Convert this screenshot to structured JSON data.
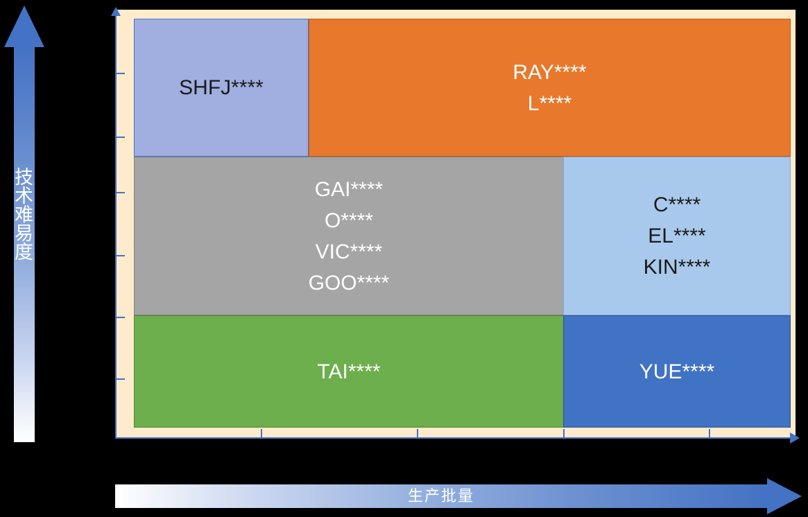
{
  "axes": {
    "y_label": "技术难易度",
    "x_label": "生产批量",
    "axis_color": "#4472C4",
    "plot_background": "#FDEBCB",
    "y_tick_count": 6,
    "x_tick_count": 4
  },
  "chart_data": {
    "type": "table",
    "title": "",
    "xlabel": "生产批量",
    "ylabel": "技术难易度",
    "grid": false,
    "legend": "none",
    "blocks": [
      {
        "id": "shfj",
        "labels": [
          "SHFJ****"
        ],
        "fill": "#A0AEE0",
        "border": "#4472C4",
        "text_color": "#1A1A1A",
        "x_range": [
          0,
          0.26
        ],
        "y_range": [
          0.68,
          1.0
        ]
      },
      {
        "id": "ray",
        "labels": [
          "RAY****",
          "L****"
        ],
        "fill": "#E8782C",
        "border": "#C55A11",
        "text_color": "#FFFFFF",
        "x_range": [
          0.26,
          1.0
        ],
        "y_range": [
          0.68,
          1.0
        ]
      },
      {
        "id": "gai",
        "labels": [
          "GAI****",
          "O****",
          "VIC****",
          "GOO****"
        ],
        "fill": "#A5A5A5",
        "border": "#7F7F7F",
        "text_color": "#FFFFFF",
        "x_range": [
          0,
          0.655
        ],
        "y_range": [
          0.275,
          0.68
        ]
      },
      {
        "id": "cel",
        "labels": [
          "C****",
          "EL****",
          "KIN****"
        ],
        "fill": "#A9C9EC",
        "border": "#7BA7D7",
        "text_color": "#1A1A1A",
        "x_range": [
          0.655,
          1.0
        ],
        "y_range": [
          0.275,
          0.68
        ]
      },
      {
        "id": "tai",
        "labels": [
          "TAI****"
        ],
        "fill": "#6CAF4C",
        "border": "#548235",
        "text_color": "#FFFFFF",
        "x_range": [
          0,
          0.655
        ],
        "y_range": [
          0.0,
          0.275
        ]
      },
      {
        "id": "yue",
        "labels": [
          "YUE****"
        ],
        "fill": "#4173C4",
        "border": "#2F528F",
        "text_color": "#FFFFFF",
        "x_range": [
          0.655,
          1.0
        ],
        "y_range": [
          0.0,
          0.275
        ]
      }
    ]
  },
  "blocks": {
    "shfj": {
      "l1": "SHFJ****"
    },
    "ray": {
      "l1": "RAY****",
      "l2": "L****"
    },
    "gai": {
      "l1": "GAI****",
      "l2": "O****",
      "l3": "VIC****",
      "l4": "GOO****"
    },
    "cel": {
      "l1": "C****",
      "l2": "EL****",
      "l3": "KIN****"
    },
    "tai": {
      "l1": "TAI****"
    },
    "yue": {
      "l1": "YUE****"
    }
  }
}
